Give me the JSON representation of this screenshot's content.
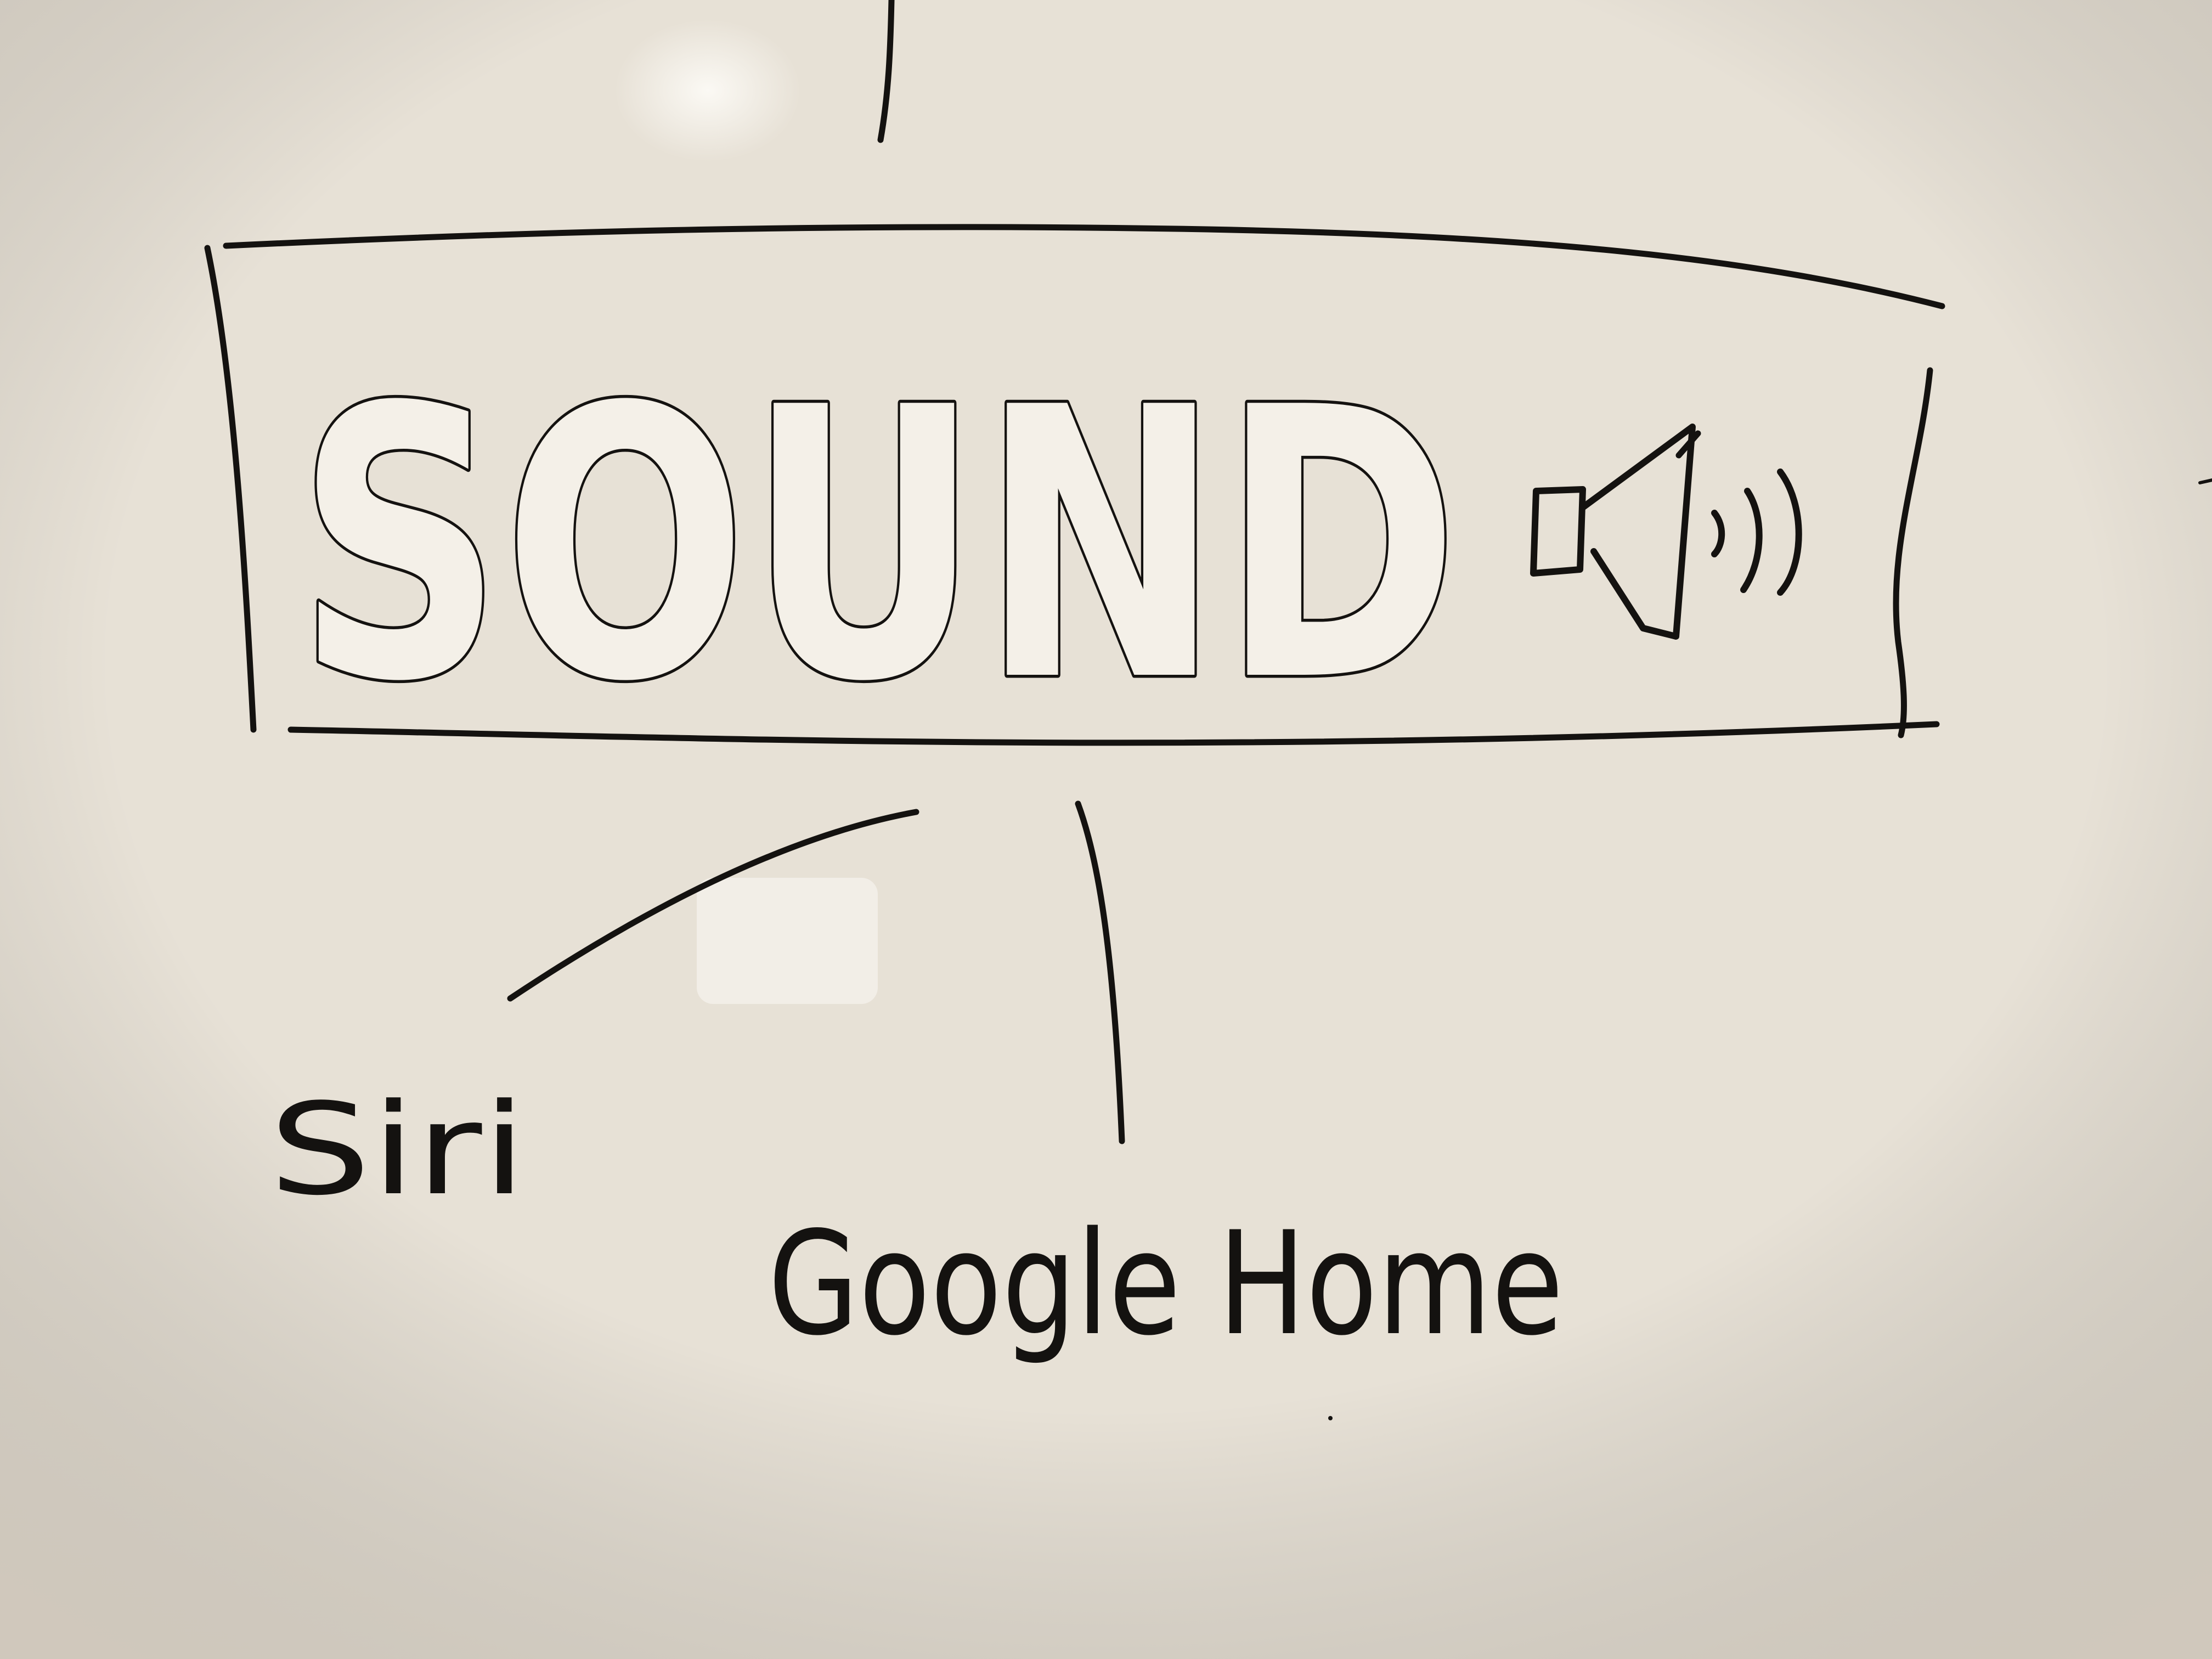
{
  "diagram": {
    "main_node": {
      "label": "SOUND",
      "icon": "speaker-volume-icon"
    },
    "children": [
      {
        "label": "Siri"
      },
      {
        "label": "Google Home"
      }
    ]
  },
  "colors": {
    "board": "#e6e0d5",
    "ink": "#141210",
    "glare": "#f7f4ee"
  }
}
